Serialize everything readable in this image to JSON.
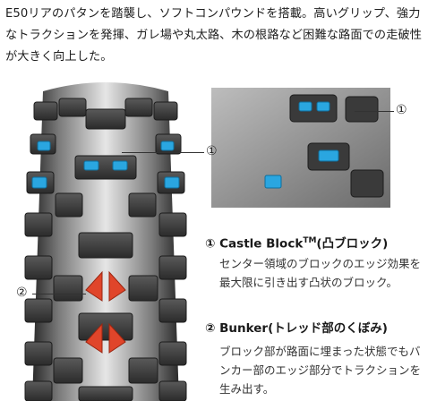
{
  "intro_text": "E50リアのパタンを踏襲し、ソフトコンパウンドを搭載。高いグリップ、強力なトラクションを発揮、ガレ場や丸太路、木の根路など困難な路面での走破性が大きく向上した。",
  "callouts": {
    "one": "①",
    "two": "②"
  },
  "features": [
    {
      "number": "①",
      "title": "Castle Block",
      "title_sup": "TM",
      "title_suffix": "(凸ブロック)",
      "description": "センター領域のブロックのエッジ効果を最大限に引き出す凸状のブロック。"
    },
    {
      "number": "②",
      "title": "Bunker",
      "title_sup": "",
      "title_suffix": "(トレッド部のくぼみ)",
      "description": "ブロック部が路面に埋まった状態でもバンカー部のエッジ部分でトラクションを生み出す。"
    }
  ],
  "colors": {
    "castle_block_highlight": "#2aa6e0",
    "bunker_highlight": "#e0452a",
    "tire_rubber": "#3a3a3a",
    "tire_gradient_light": "#d9d9d9"
  }
}
